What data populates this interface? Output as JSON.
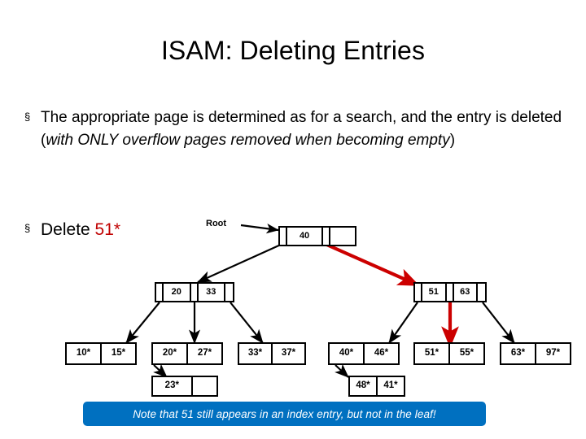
{
  "slide": {
    "title": "ISAM: Deleting Entries",
    "bullet_marker": "§",
    "bullets": [
      {
        "id": "bullet-delete-rule",
        "text_plain_1": "The appropriate page is determined as for a search, and the entry is deleted (",
        "text_italic": "with ONLY overflow pages removed when becoming empty",
        "text_plain_2": ")"
      },
      {
        "id": "bullet-delete-op",
        "label": "Delete ",
        "value": "51*"
      }
    ],
    "banner": {
      "text": "Note that 51 still appears in an index entry, but  not in the leaf!",
      "background_color": "#0070c0",
      "text_color": "#ffffff"
    }
  },
  "diagram": {
    "root_label": "Root",
    "root_node": {
      "name": "root-node",
      "cells": [
        "",
        "40",
        "",
        ""
      ]
    },
    "internal_nodes": [
      {
        "name": "internal-node-left",
        "cells": [
          "",
          "20",
          "",
          "33",
          ""
        ]
      },
      {
        "name": "internal-node-right",
        "cells": [
          "",
          "51",
          "",
          "63",
          ""
        ]
      }
    ],
    "leaf_nodes": [
      {
        "name": "leaf-node-1",
        "cells": [
          "10*",
          "15*"
        ]
      },
      {
        "name": "leaf-node-2",
        "cells": [
          "20*",
          "27*"
        ]
      },
      {
        "name": "leaf-node-3",
        "cells": [
          "33*",
          "37*"
        ]
      },
      {
        "name": "leaf-node-4",
        "cells": [
          "40*",
          "46*"
        ]
      },
      {
        "name": "leaf-node-5",
        "cells": [
          "51*",
          "55*"
        ]
      },
      {
        "name": "leaf-node-6",
        "cells": [
          "63*",
          "97*"
        ]
      }
    ],
    "overflow_nodes": [
      {
        "name": "overflow-node-1",
        "cells": [
          "23*",
          ""
        ]
      },
      {
        "name": "overflow-node-2",
        "cells": [
          "48*",
          "41*"
        ]
      }
    ],
    "highlight_color": "#cc0000",
    "line_color": "#000000"
  }
}
